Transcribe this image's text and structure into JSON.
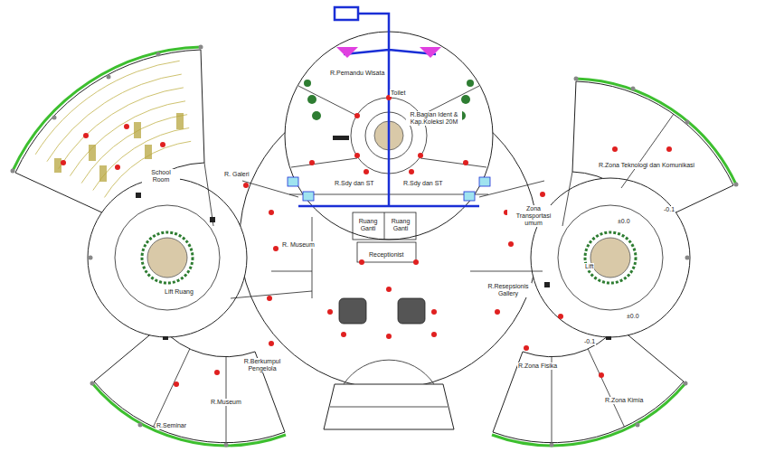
{
  "diagram": {
    "nodes": [
      {
        "text": [
          "R.Pemandu Wisata"
        ]
      },
      {
        "text": [
          "Toilet"
        ]
      },
      {
        "text": [
          "R.Bagian Ident & Kap.Koleksi 20M"
        ]
      },
      {
        "text": [
          "R.Sdy dan ST"
        ]
      },
      {
        "text": [
          "R.Sdy dan ST"
        ]
      },
      {
        "text": [
          "Ruang Ganti"
        ]
      },
      {
        "text": [
          "Ruang Ganti"
        ]
      },
      {
        "text": [
          "Receptionist"
        ]
      },
      {
        "text": [
          "School Room"
        ]
      },
      {
        "text": [
          "R. Galeri"
        ]
      },
      {
        "text": [
          "Lift Ruang"
        ]
      },
      {
        "text": [
          "R. Museum"
        ]
      },
      {
        "text": [
          "R.Seminar"
        ]
      },
      {
        "text": [
          "R.Museum"
        ]
      },
      {
        "text": [
          "R.Berkumpul Pengelola"
        ]
      },
      {
        "text": [
          "R.Zona Teknologi dan Komunikasi"
        ]
      },
      {
        "text": [
          "Zona Transportasi umum"
        ]
      },
      {
        "text": [
          "R.Resepsionis Gallery"
        ]
      },
      {
        "text": [
          "R.Zona Fisika"
        ]
      },
      {
        "text": [
          "R.Zona Kimia"
        ]
      },
      {
        "text": [
          "Lift"
        ]
      }
    ],
    "labels": [
      "±0.0",
      "-0.1",
      "±0.0",
      "-0.1"
    ]
  }
}
